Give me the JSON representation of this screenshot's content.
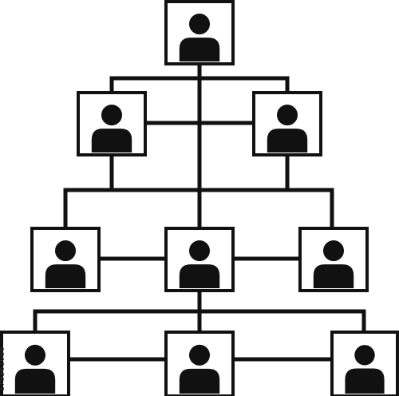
{
  "colors": {
    "stroke": "#111111",
    "fill": "#ffffff",
    "person": "#111111"
  },
  "icon": "person-silhouette-icon",
  "levels": [
    {
      "count": 1
    },
    {
      "count": 2
    },
    {
      "count": 3
    },
    {
      "count": 3
    }
  ],
  "watermark_id": "179361086"
}
